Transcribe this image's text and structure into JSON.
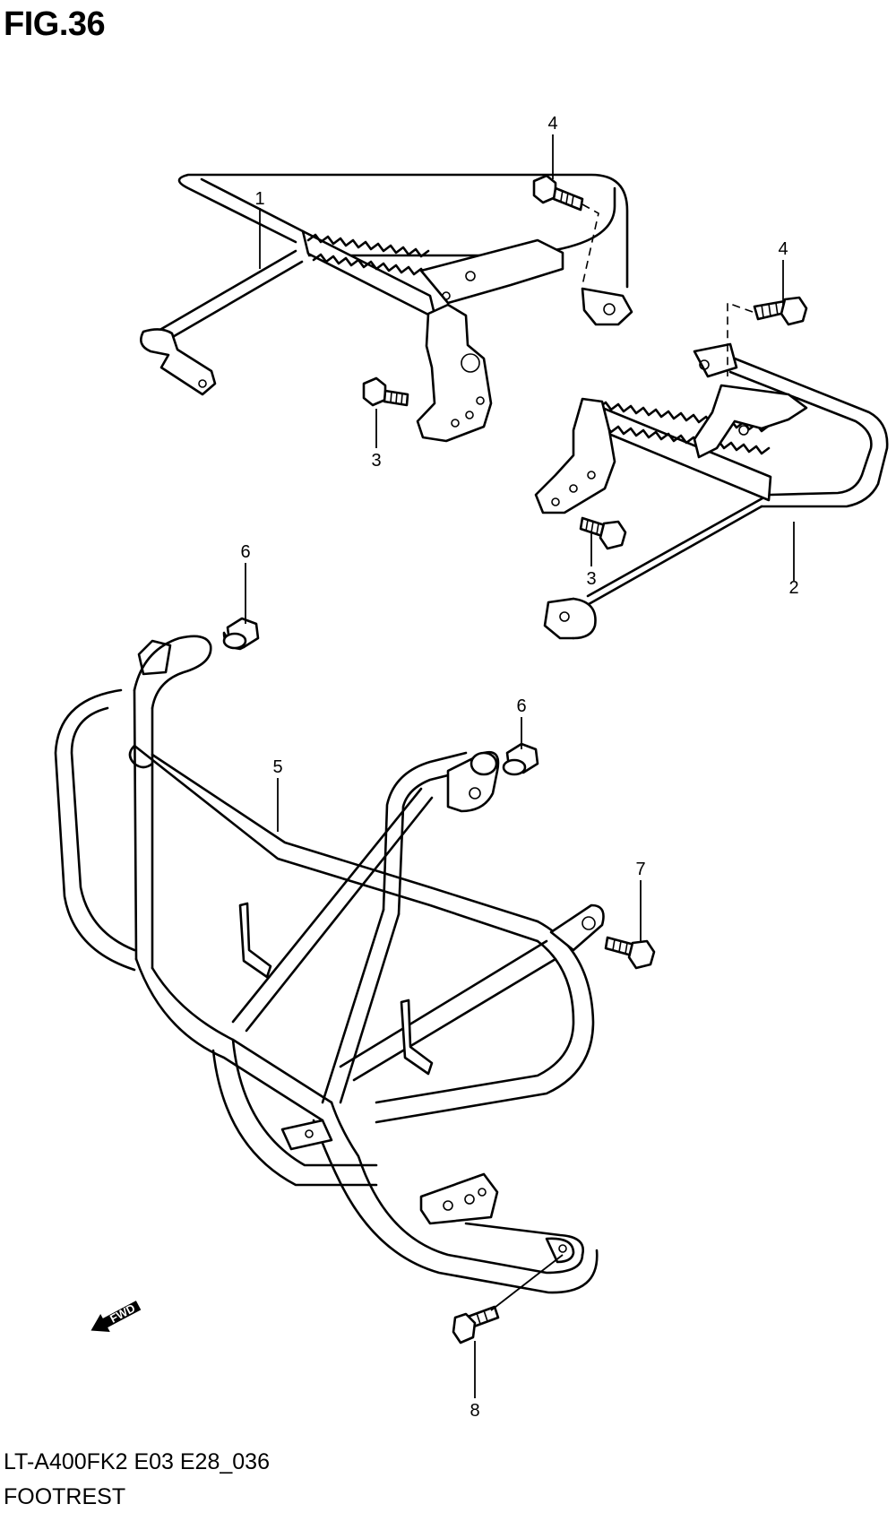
{
  "figure": {
    "title": "FIG.36",
    "model_code": "LT-A400FK2 E03 E28_036",
    "section_name": "FOOTREST"
  },
  "callouts": [
    "1",
    "2",
    "3",
    "3",
    "4",
    "4",
    "5",
    "6",
    "6",
    "7",
    "8"
  ],
  "fwd_label": "FWD"
}
